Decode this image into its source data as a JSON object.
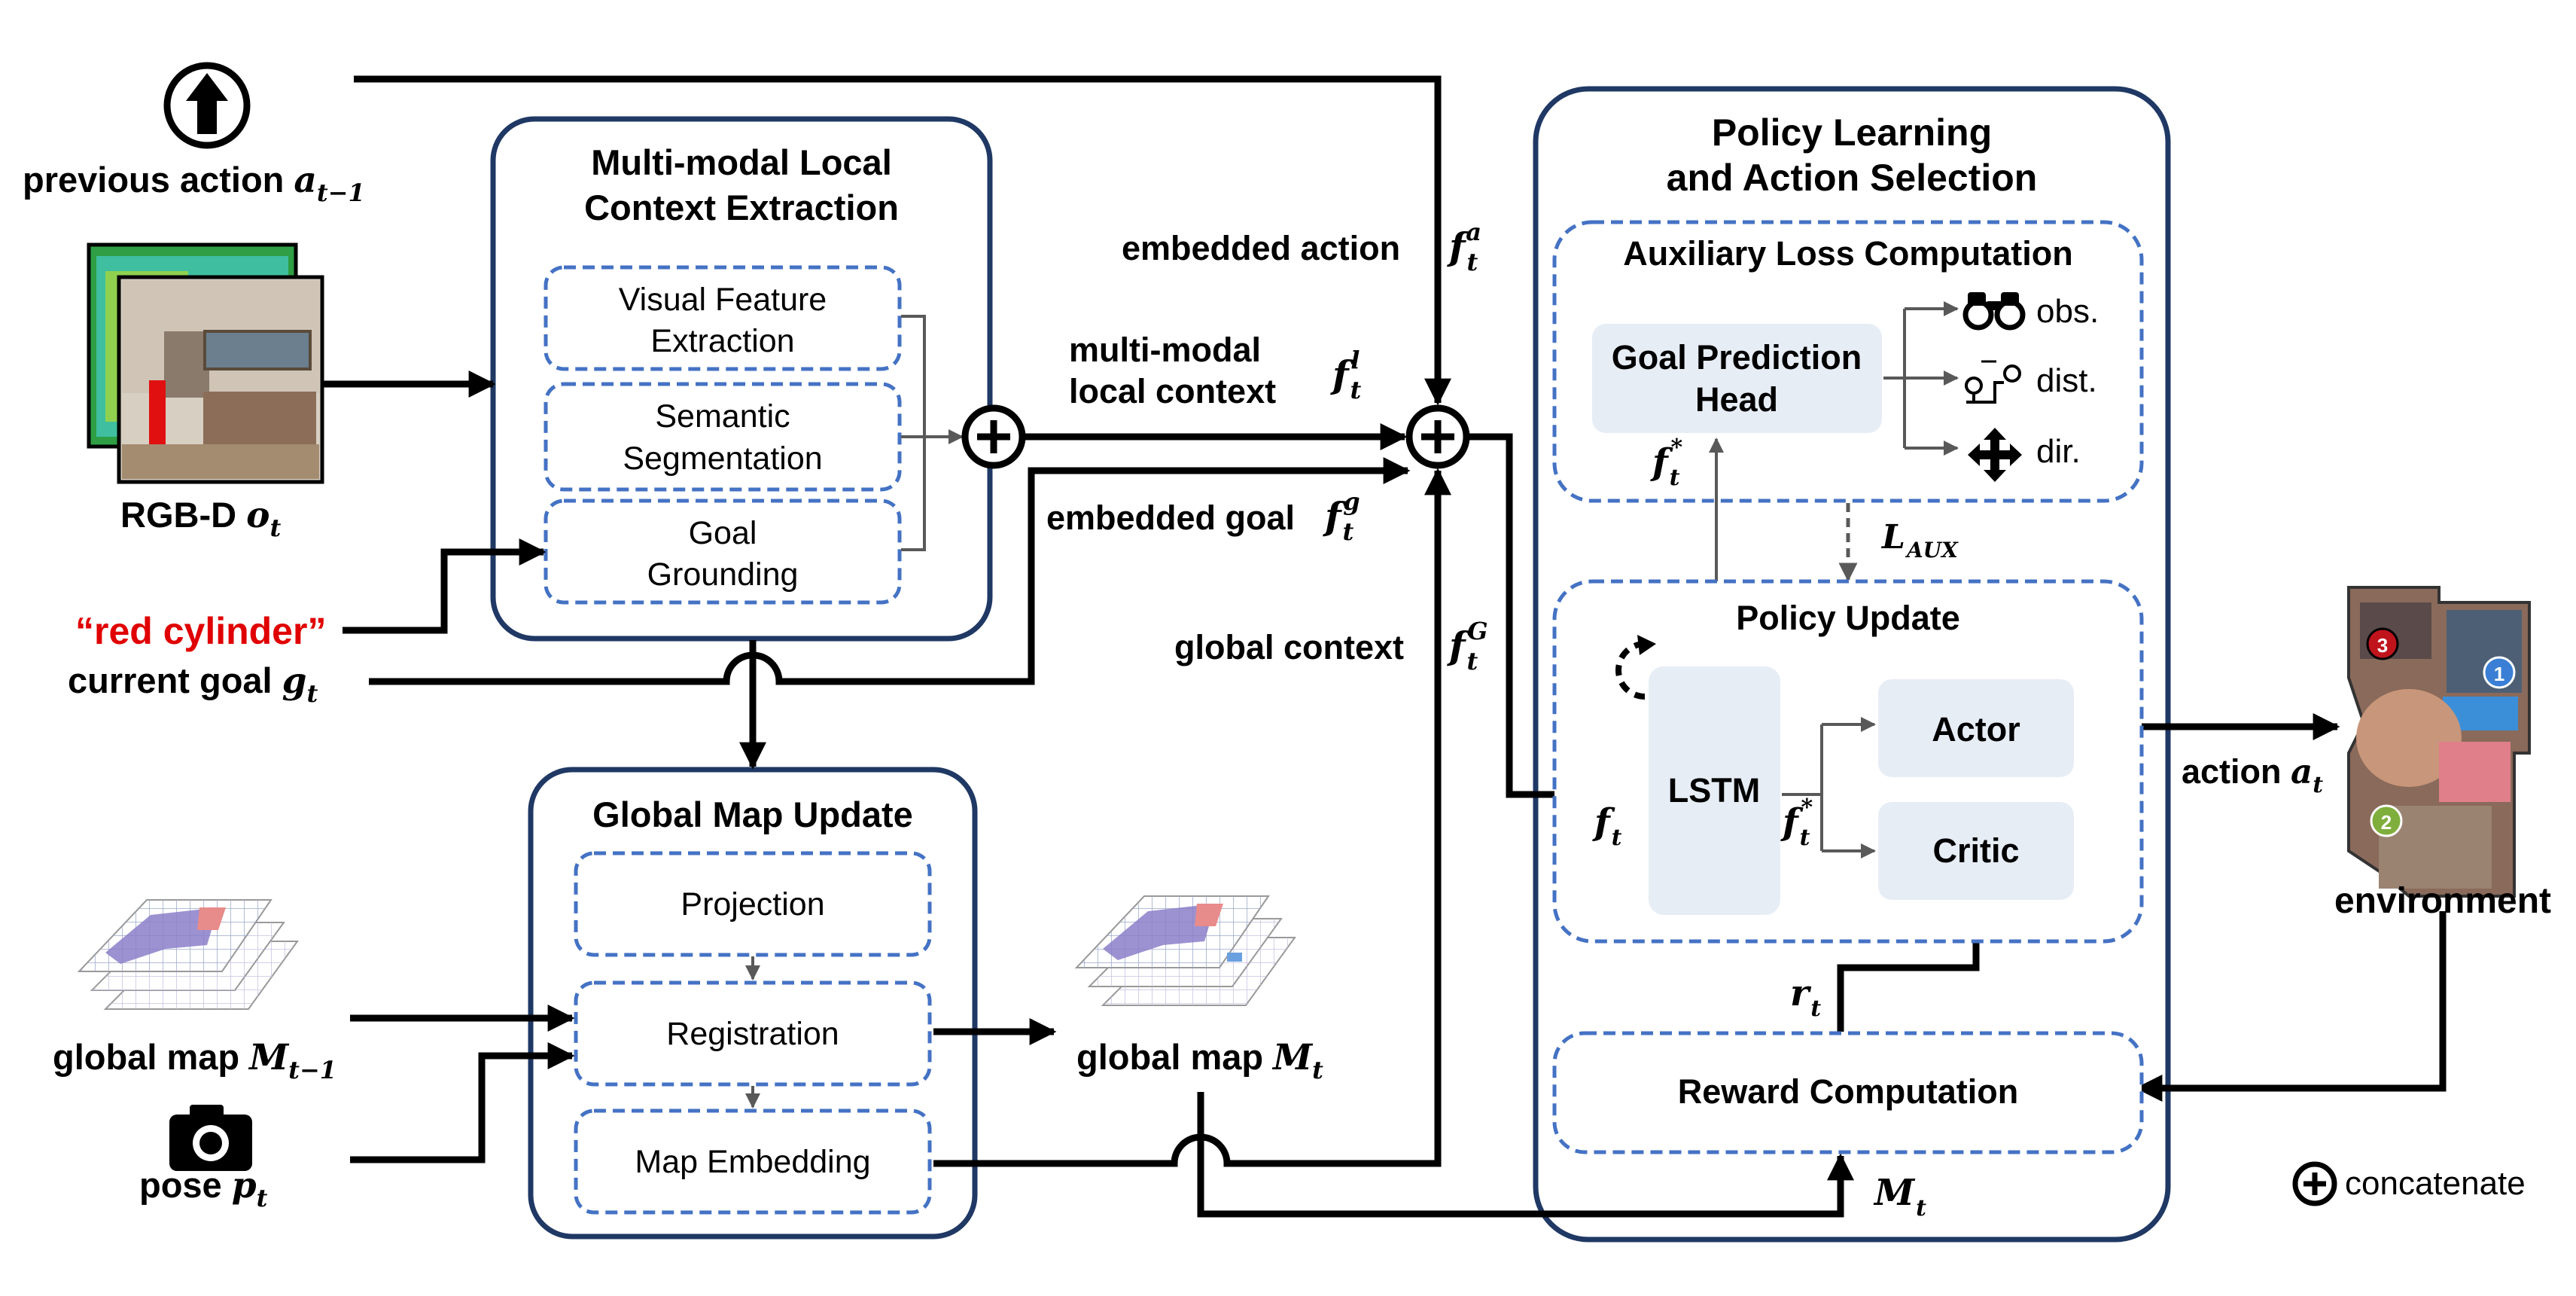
{
  "inputs": {
    "previous_action": {
      "label": "previous action ",
      "var": "a",
      "sub": "t−1"
    },
    "rgbd": {
      "label": "RGB-D ",
      "var": "o",
      "sub": "t"
    },
    "goal_text": "“red cylinder”",
    "current_goal": {
      "label": "current goal ",
      "var": "g",
      "sub": "t"
    },
    "global_map_prev": {
      "label": "global map ",
      "var": "M",
      "sub": "t−1"
    },
    "pose": {
      "label": "pose ",
      "var": "p",
      "sub": "t"
    }
  },
  "local_context_module": {
    "title_line1": "Multi-modal Local",
    "title_line2": "Context Extraction",
    "blocks": [
      {
        "line1": "Visual Feature",
        "line2": "Extraction"
      },
      {
        "line1": "Semantic",
        "line2": "Segmentation"
      },
      {
        "line1": "Goal",
        "line2": "Grounding"
      }
    ]
  },
  "global_map_module": {
    "title": "Global Map Update",
    "blocks": [
      "Projection",
      "Registration",
      "Map Embedding"
    ],
    "output": {
      "label": "global map ",
      "var": "M",
      "sub": "t"
    }
  },
  "features": {
    "embedded_action": {
      "label": "embedded action",
      "var": "f",
      "sub": "t",
      "sup": "a"
    },
    "multimodal": {
      "line1": "multi-modal",
      "line2": "local context",
      "var": "f",
      "sub": "t",
      "sup": "l"
    },
    "embedded_goal": {
      "label": "embedded goal",
      "var": "f",
      "sub": "t",
      "sup": "g"
    },
    "global_context": {
      "label": "global context",
      "var": "f",
      "sub": "t",
      "sup": "G"
    }
  },
  "policy_module": {
    "title_line1": "Policy Learning",
    "title_line2": "and Action Selection",
    "aux": {
      "title": "Auxiliary Loss Computation",
      "head_line1": "Goal Prediction",
      "head_line2": "Head",
      "outputs": [
        "obs.",
        "dist.",
        "dir."
      ],
      "loss": {
        "var": "L",
        "sub": "AUX"
      }
    },
    "policy_update": {
      "title": "Policy Update",
      "lstm": "LSTM",
      "actor": "Actor",
      "critic": "Critic",
      "f_in": {
        "var": "f",
        "sub": "t"
      },
      "f_star": {
        "var": "f",
        "sub": "t",
        "sup": "*"
      }
    },
    "reward": {
      "title": "Reward Computation",
      "r": {
        "var": "r",
        "sub": "t"
      },
      "m": {
        "var": "M",
        "sub": "t"
      }
    }
  },
  "environment": {
    "label": "environment",
    "action": {
      "label": "action ",
      "var": "a",
      "sub": "t"
    },
    "markers": [
      "1",
      "2",
      "3"
    ]
  },
  "legend": {
    "label": "concatenate"
  },
  "colors": {
    "module_border": "#1f3864",
    "dashed_border": "#4472c4",
    "light_box": "#e7edf5",
    "goal_red": "#e00000",
    "arrow": "#000000",
    "gray_arrow": "#595959"
  }
}
